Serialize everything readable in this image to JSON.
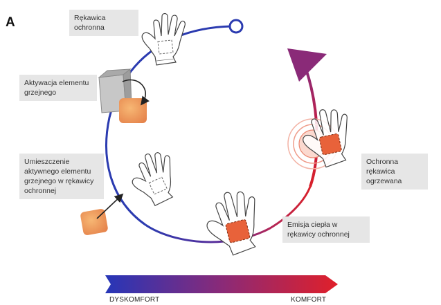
{
  "panel_letter": "A",
  "steps": [
    {
      "id": "protective-glove",
      "label": "Rękawica ochronna"
    },
    {
      "id": "activate-heater",
      "label": "Aktywacja elementu grzejnego"
    },
    {
      "id": "insert-heater",
      "label": "Umieszczenie aktywnego elementu grzejnego w rękawicy ochronnej"
    },
    {
      "id": "heat-emission",
      "label": "Emisja ciepła w rękawicy ochronnej"
    },
    {
      "id": "heated-glove",
      "label": "Ochronna rękawica ogrzewana"
    }
  ],
  "scale": {
    "left_label": "DYSKOMFORT",
    "right_label": "KOMFORT"
  },
  "colors": {
    "cold": "#2b3bb0",
    "warm": "#d8202a",
    "mid": "#8a2a78",
    "label_bg": "#e6e6e6",
    "heater_fill": "#f29a5a",
    "heat_patch": "#e8623a",
    "canister": "#b9b9b9"
  },
  "icons": [
    "glove-icon",
    "heater-pad-icon",
    "canister-icon",
    "heat-waves-icon",
    "arrow-icon"
  ]
}
